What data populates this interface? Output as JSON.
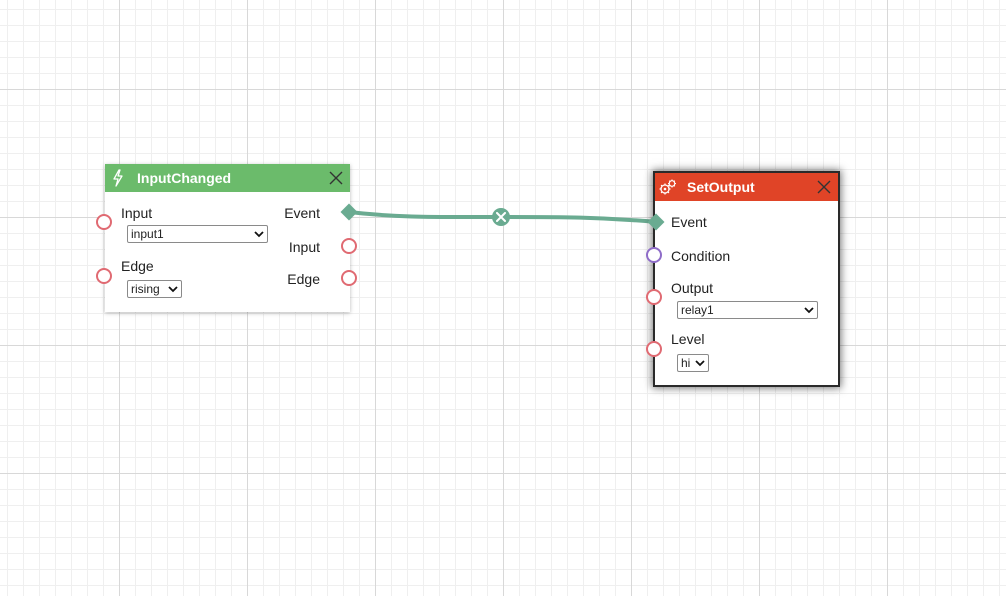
{
  "colors": {
    "input_changed_header": "#6bbb6b",
    "set_output_header": "#e04427",
    "wire": "#6aab91",
    "port_red": "#e06a72",
    "port_purple": "#8e6cc8"
  },
  "nodes": {
    "input_changed": {
      "title": "InputChanged",
      "icon": "lightning-icon",
      "inputs": {
        "input_label": "Input",
        "input_value": "input1",
        "edge_label": "Edge",
        "edge_value": "rising"
      },
      "outputs": {
        "event": "Event",
        "input": "Input",
        "edge": "Edge"
      }
    },
    "set_output": {
      "title": "SetOutput",
      "icon": "gears-icon",
      "inputs": {
        "event": "Event",
        "condition": "Condition",
        "output_label": "Output",
        "output_value": "relay1",
        "level_label": "Level",
        "level_value": "hi"
      }
    }
  }
}
